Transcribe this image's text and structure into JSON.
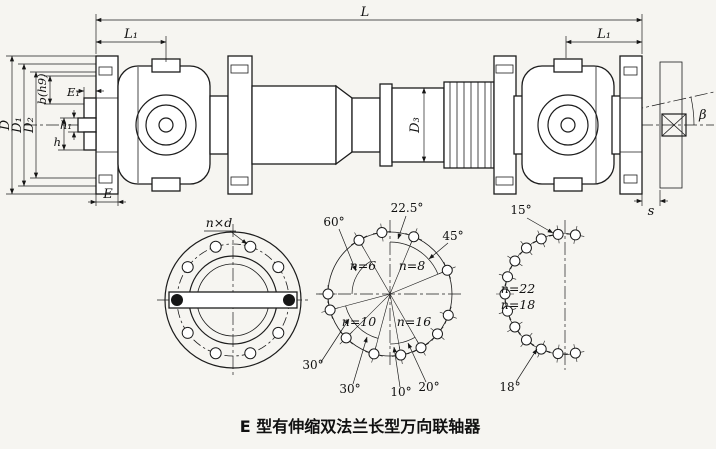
{
  "caption": "E 型有伸缩双法兰长型万向联轴器",
  "labels": {
    "L": "L",
    "L1_left": "L₁",
    "L1_right": "L₁",
    "D": "D",
    "D1": "D₁",
    "D2": "D₂",
    "D3": "D₃",
    "b_h9": "b(h9)",
    "E1": "E₁",
    "h1": "h₁",
    "h": "h",
    "E": "E",
    "s": "s",
    "beta": "β",
    "nxd": "n×d"
  },
  "middle_pattern": {
    "deg60": "60°",
    "deg225": "22.5°",
    "deg45": "45°",
    "n6": "n=6",
    "n8": "n=8",
    "n10": "n=10",
    "n16": "n=16",
    "deg30a": "30°",
    "deg30b": "30°",
    "deg10": "10°",
    "deg20": "20°"
  },
  "right_pattern": {
    "deg15": "15°",
    "n22": "n=22",
    "n18": "n=18",
    "deg18": "18°"
  }
}
